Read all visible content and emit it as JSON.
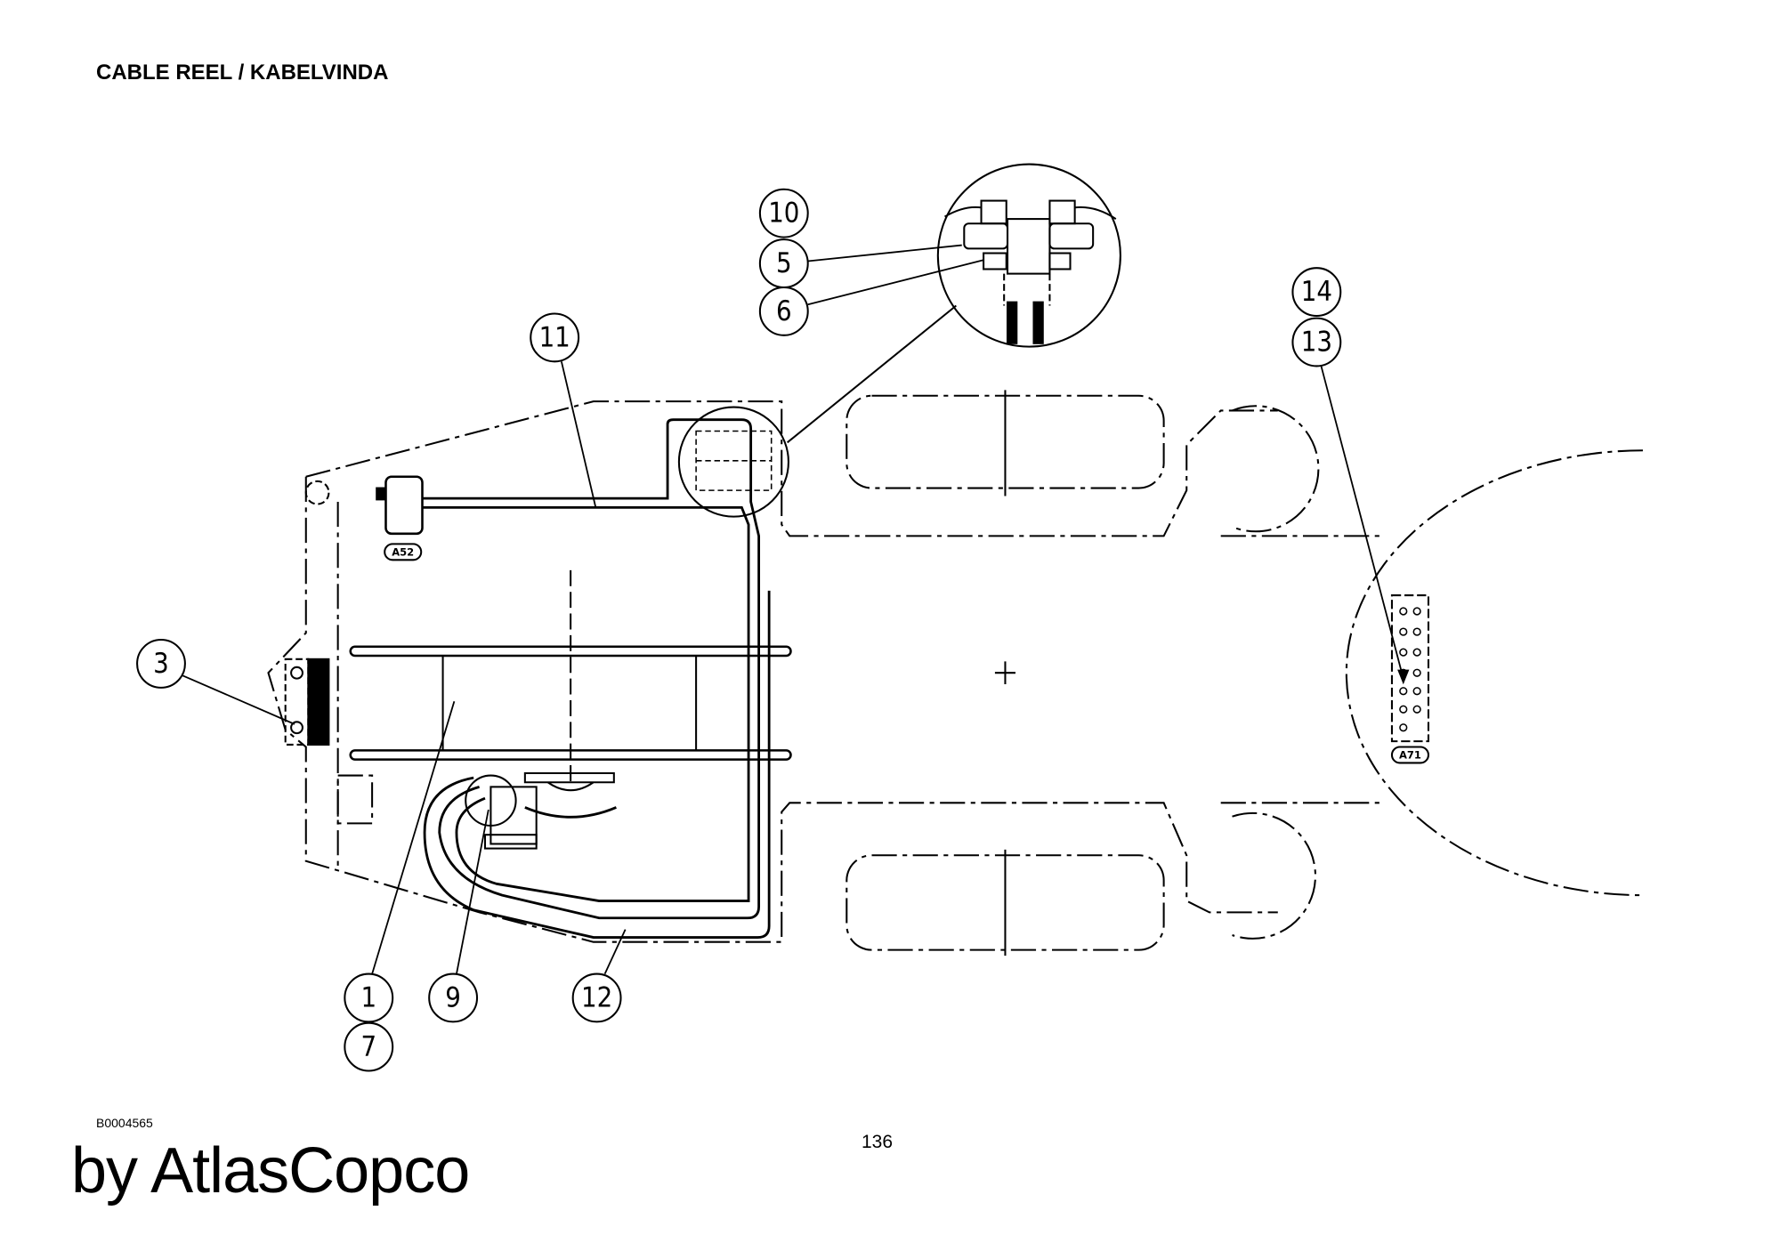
{
  "title": "CABLE REEL / KABELVINDA",
  "drawing_number": "B0004565",
  "page_number": "136",
  "brand": "by AtlasCopco",
  "balloons": {
    "b10": "10",
    "b5": "5",
    "b6": "6",
    "b11": "11",
    "b14": "14",
    "b13": "13",
    "b3": "3",
    "b1": "1",
    "b7": "7",
    "b9": "9",
    "b12": "12"
  },
  "component_tags": {
    "a52": "A52",
    "a71": "A71"
  }
}
